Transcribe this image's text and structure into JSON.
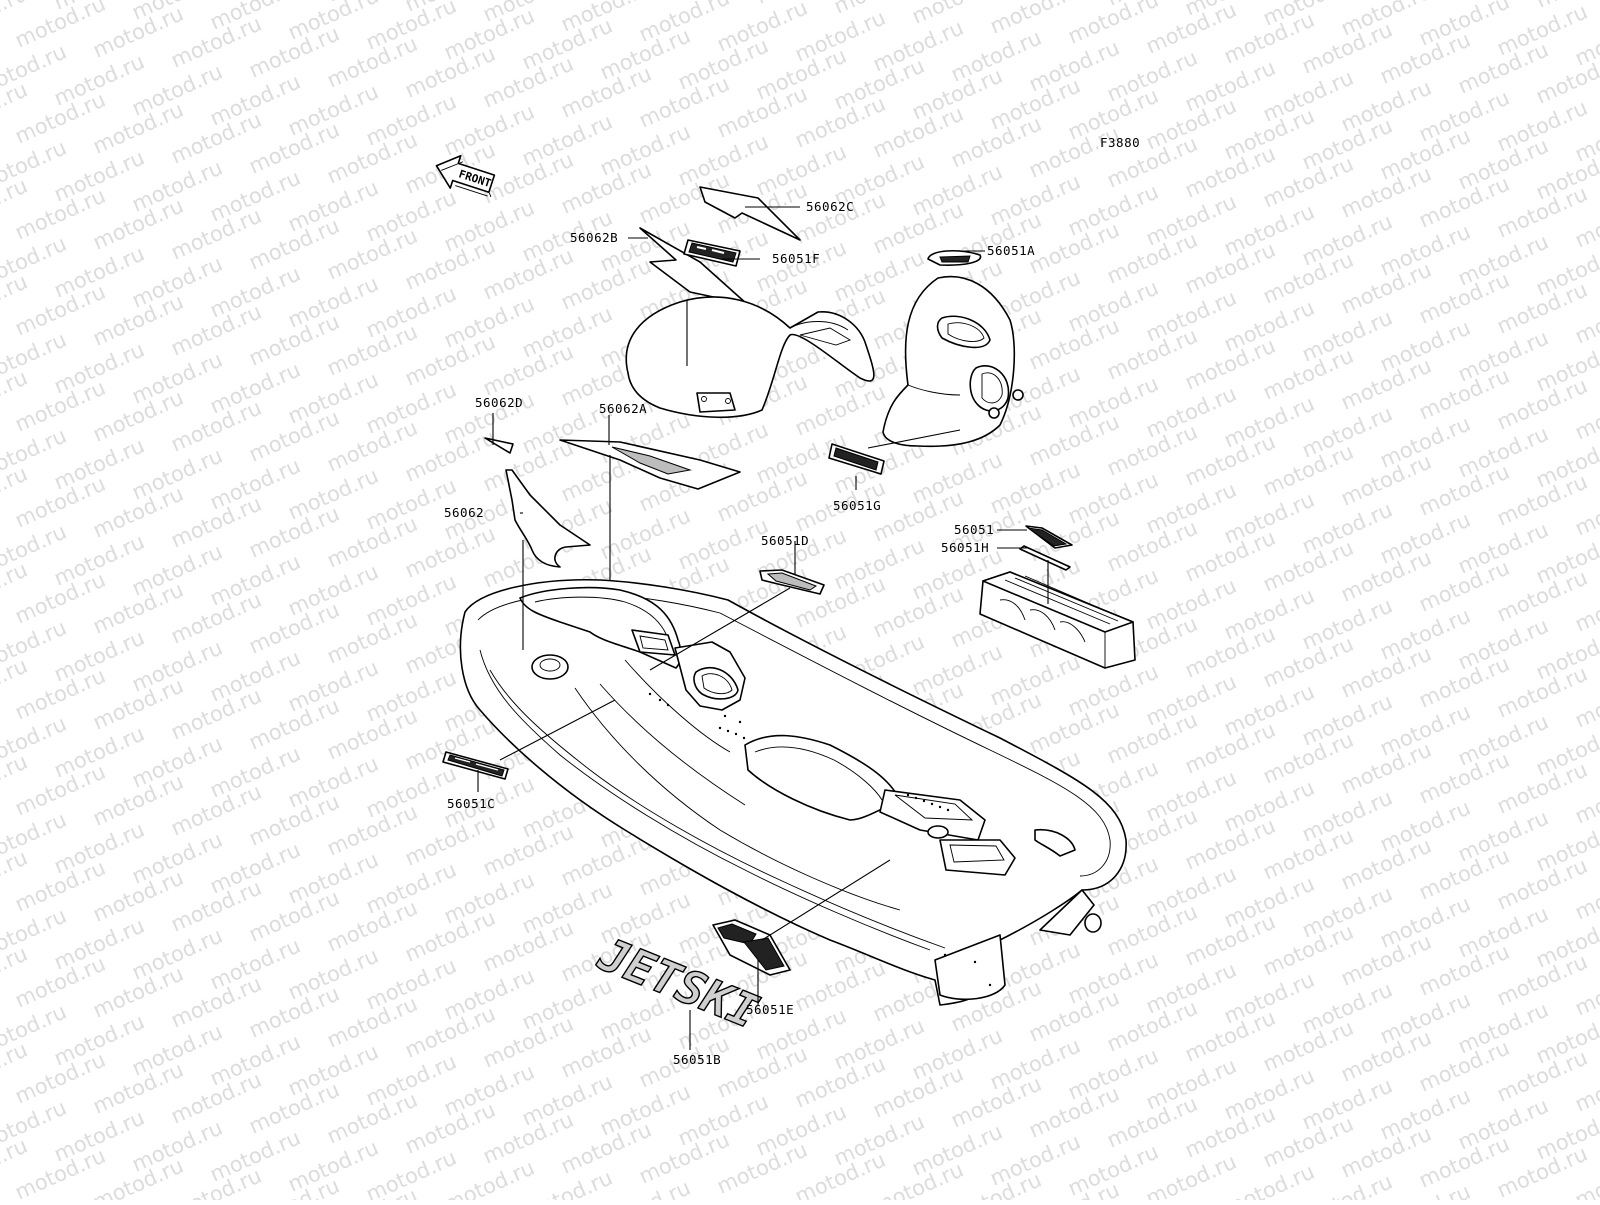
{
  "figure_code": "F3880",
  "front_arrow_label": "FRONT",
  "watermark_text": "motod.ru",
  "parts": {
    "p56062C": "56062C",
    "p56062B": "56062B",
    "p56051F": "56051F",
    "p56051A": "56051A",
    "p56062D": "56062D",
    "p56062A": "56062A",
    "p56051G": "56051G",
    "p56062": "56062",
    "p56051D": "56051D",
    "p56051": "56051",
    "p56051H": "56051H",
    "p56051C": "56051C",
    "p56051E": "56051E",
    "p56051B": "56051B"
  },
  "decal_texts": {
    "jetski": "JETSKI"
  },
  "colors": {
    "line": "#000000",
    "watermark": "#dcdcdc",
    "background": "#ffffff"
  }
}
